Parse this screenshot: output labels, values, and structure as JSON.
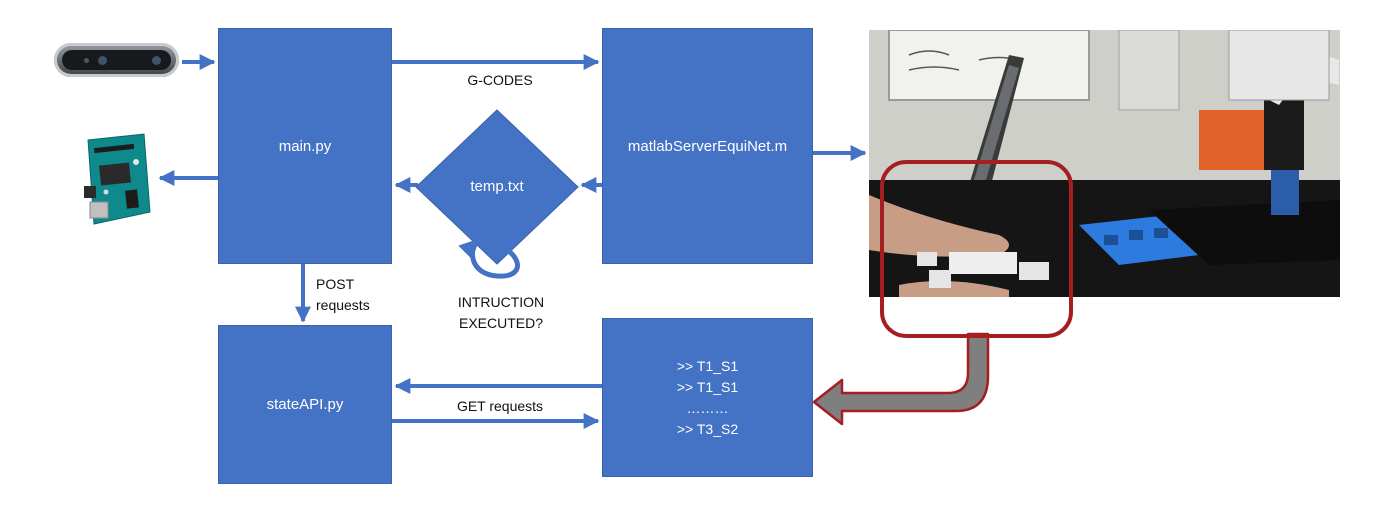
{
  "nodes": {
    "main": "main.py",
    "matlab": "matlabServerEquiNet.m",
    "state": "stateAPI.py",
    "temp": "temp.txt",
    "log_lines": [
      ">> T1_S1",
      ">> T1_S1",
      "………",
      ">> T3_S2"
    ]
  },
  "edge_labels": {
    "gcodes": "G-CODES",
    "post_line1": "POST",
    "post_line2": "requests",
    "executed_line1": "INTRUCTION",
    "executed_line2": "EXECUTED?",
    "get": "GET requests"
  },
  "icons": {
    "camera": "depth-camera-icon",
    "board": "arduino-board-icon",
    "photo": "robot-workspace-photo"
  },
  "colors": {
    "box_fill": "#4472c4",
    "arrow": "#4472c4",
    "highlight": "#a51e22",
    "feedback_arrow": "#7f7f7f"
  }
}
